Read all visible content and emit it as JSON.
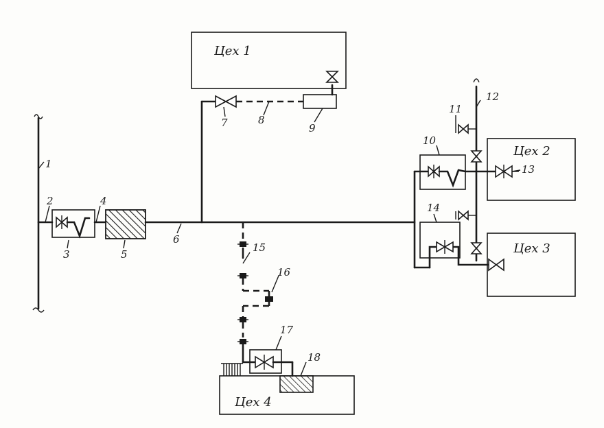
{
  "workshops": {
    "w1": "Цех 1",
    "w2": "Цех 2",
    "w3": "Цех 3",
    "w4": "Цех 4"
  },
  "labels": [
    "1",
    "2",
    "3",
    "4",
    "5",
    "6",
    "7",
    "8",
    "9",
    "10",
    "11",
    "12",
    "13",
    "14",
    "15",
    "16",
    "17",
    "18"
  ]
}
